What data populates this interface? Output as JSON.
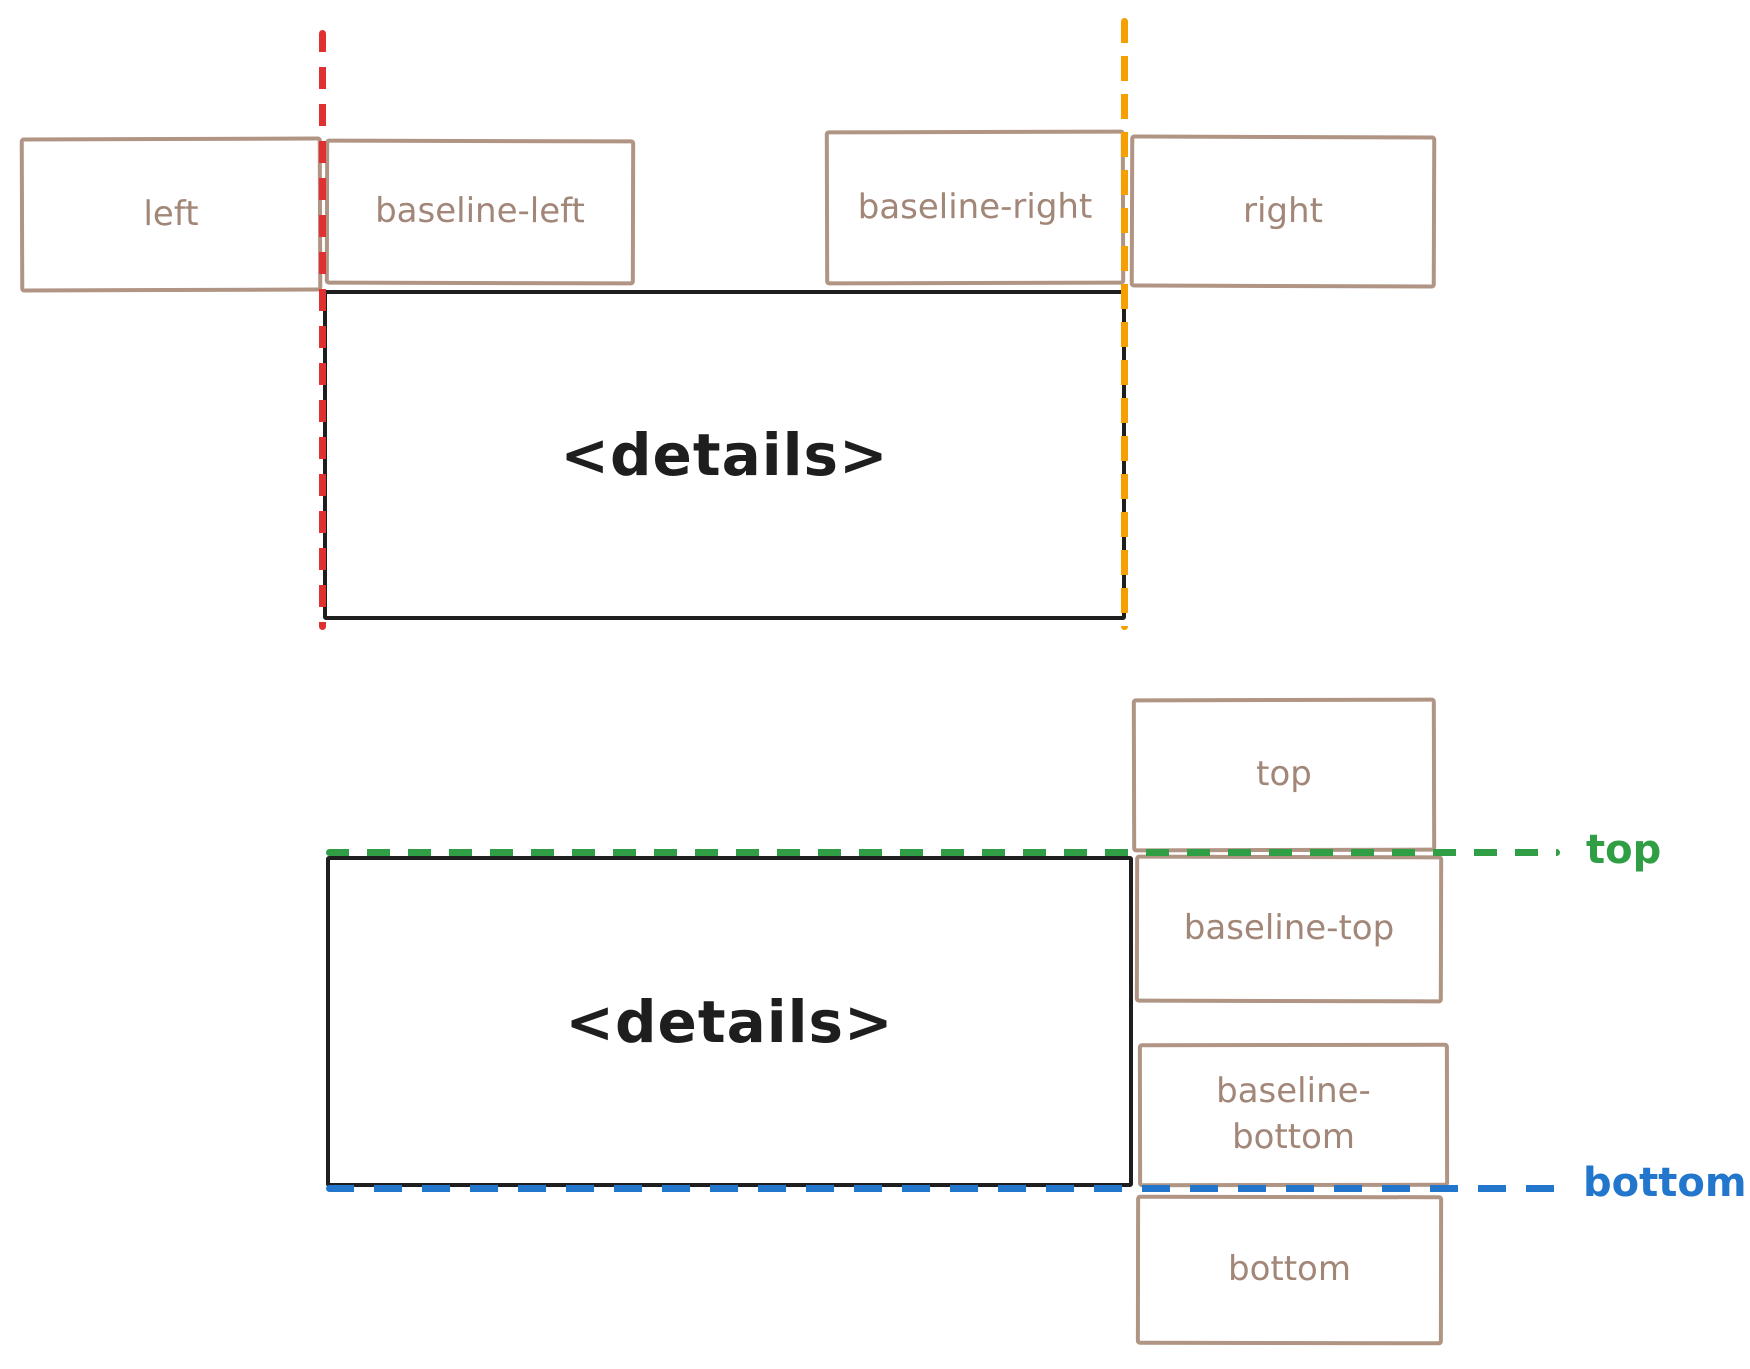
{
  "colors": {
    "box_border_brown": "#b09484",
    "box_text_brown": "#a28678",
    "details_black": "#1e1e1e",
    "line_left_red": "#e03131",
    "line_right_orange": "#f5a000",
    "line_top_green": "#2f9e44",
    "line_bottom_blue": "#2276cc"
  },
  "diagram_horizontal": {
    "details_label": "<details>",
    "boxes": [
      {
        "id": "left",
        "label": "left"
      },
      {
        "id": "baseline-left",
        "label": "baseline-left"
      },
      {
        "id": "baseline-right",
        "label": "baseline-right"
      },
      {
        "id": "right",
        "label": "right"
      }
    ],
    "guide_lines": [
      {
        "id": "left-edge",
        "color": "#e03131",
        "orientation": "vertical"
      },
      {
        "id": "right-edge",
        "color": "#f5a000",
        "orientation": "vertical"
      }
    ]
  },
  "diagram_vertical": {
    "details_label": "<details>",
    "boxes": [
      {
        "id": "top",
        "label": "top"
      },
      {
        "id": "baseline-top",
        "label": "baseline-top"
      },
      {
        "id": "baseline-bottom",
        "label": "baseline-bottom"
      },
      {
        "id": "bottom",
        "label": "bottom"
      }
    ],
    "guide_lines": [
      {
        "id": "top-edge",
        "color": "#2f9e44",
        "orientation": "horizontal",
        "label": "top"
      },
      {
        "id": "bottom-edge",
        "color": "#2276cc",
        "orientation": "horizontal",
        "label": "bottom"
      }
    ]
  }
}
